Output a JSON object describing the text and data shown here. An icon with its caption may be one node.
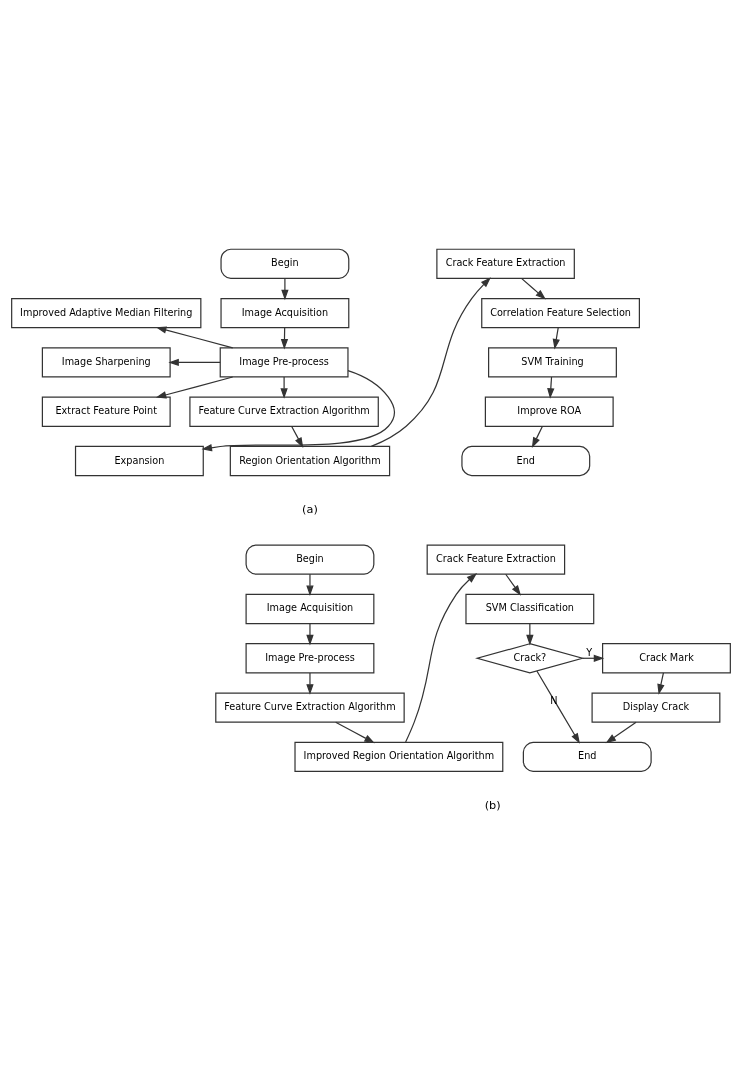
{
  "diagram": {
    "nodes": [
      {
        "text": [
          "Begin"
        ]
      },
      {
        "text": [
          "Image Acquisition"
        ]
      },
      {
        "text": [
          "Image Pre-process"
        ]
      },
      {
        "text": [
          "Feature Curve Extraction Algorithm"
        ]
      },
      {
        "text": [
          "Region Orientation Algorithm"
        ]
      },
      {
        "text": [
          "Improved Adaptive Median Filtering"
        ]
      },
      {
        "text": [
          "Image Sharpening"
        ]
      },
      {
        "text": [
          "Extract Feature Point"
        ]
      },
      {
        "text": [
          "Expansion"
        ]
      },
      {
        "text": [
          "Crack Feature Extraction"
        ]
      },
      {
        "text": [
          "Correlation Feature Selection"
        ]
      },
      {
        "text": [
          "SVM Training"
        ]
      },
      {
        "text": [
          "Improve ROA"
        ]
      },
      {
        "text": [
          "End"
        ]
      },
      {
        "text": [
          "Begin"
        ]
      },
      {
        "text": [
          "Image Acquisition"
        ]
      },
      {
        "text": [
          "Image Pre-process"
        ]
      },
      {
        "text": [
          "Feature Curve Extraction Algorithm"
        ]
      },
      {
        "text": [
          "Improved Region Orientation Algorithm"
        ]
      },
      {
        "text": [
          "Crack Feature Extraction"
        ]
      },
      {
        "text": [
          "SVM Classification"
        ]
      },
      {
        "text": [
          "Crack?"
        ]
      },
      {
        "text": [
          "Crack Mark"
        ]
      },
      {
        "text": [
          "Display Crack"
        ]
      },
      {
        "text": [
          "End"
        ]
      }
    ],
    "edges": [
      {
        "from": 0,
        "to": 1,
        "arrow": "to"
      },
      {
        "from": 1,
        "to": 2,
        "arrow": "to"
      },
      {
        "from": 2,
        "to": 5,
        "arrow": "to"
      },
      {
        "from": 2,
        "to": 6,
        "arrow": "to"
      },
      {
        "from": 2,
        "to": 7,
        "arrow": "to"
      },
      {
        "from": 2,
        "to": 8,
        "arrow": "to"
      },
      {
        "from": 2,
        "to": 3,
        "arrow": "to"
      },
      {
        "from": 3,
        "to": 4,
        "arrow": "to"
      },
      {
        "from": 4,
        "to": 9,
        "arrow": "to"
      },
      {
        "from": 9,
        "to": 10,
        "arrow": "to"
      },
      {
        "from": 10,
        "to": 11,
        "arrow": "to"
      },
      {
        "from": 11,
        "to": 12,
        "arrow": "to"
      },
      {
        "from": 12,
        "to": 13,
        "arrow": "to"
      },
      {
        "from": 14,
        "to": 15,
        "arrow": "to"
      },
      {
        "from": 15,
        "to": 16,
        "arrow": "to"
      },
      {
        "from": 16,
        "to": 17,
        "arrow": "to"
      },
      {
        "from": 17,
        "to": 18,
        "arrow": "to"
      },
      {
        "from": 18,
        "to": 19,
        "arrow": "to"
      },
      {
        "from": 19,
        "to": 20,
        "arrow": "to"
      },
      {
        "from": 20,
        "to": 21,
        "arrow": "to"
      },
      {
        "from": 21,
        "to": 22,
        "label": "Y",
        "arrow": "to"
      },
      {
        "from": 21,
        "to": 24,
        "label": "N",
        "arrow": "to"
      },
      {
        "from": 22,
        "to": 23,
        "arrow": "to"
      },
      {
        "from": 23,
        "to": 24,
        "arrow": "to"
      }
    ],
    "labels": [
      "(a)",
      "(b)"
    ]
  }
}
